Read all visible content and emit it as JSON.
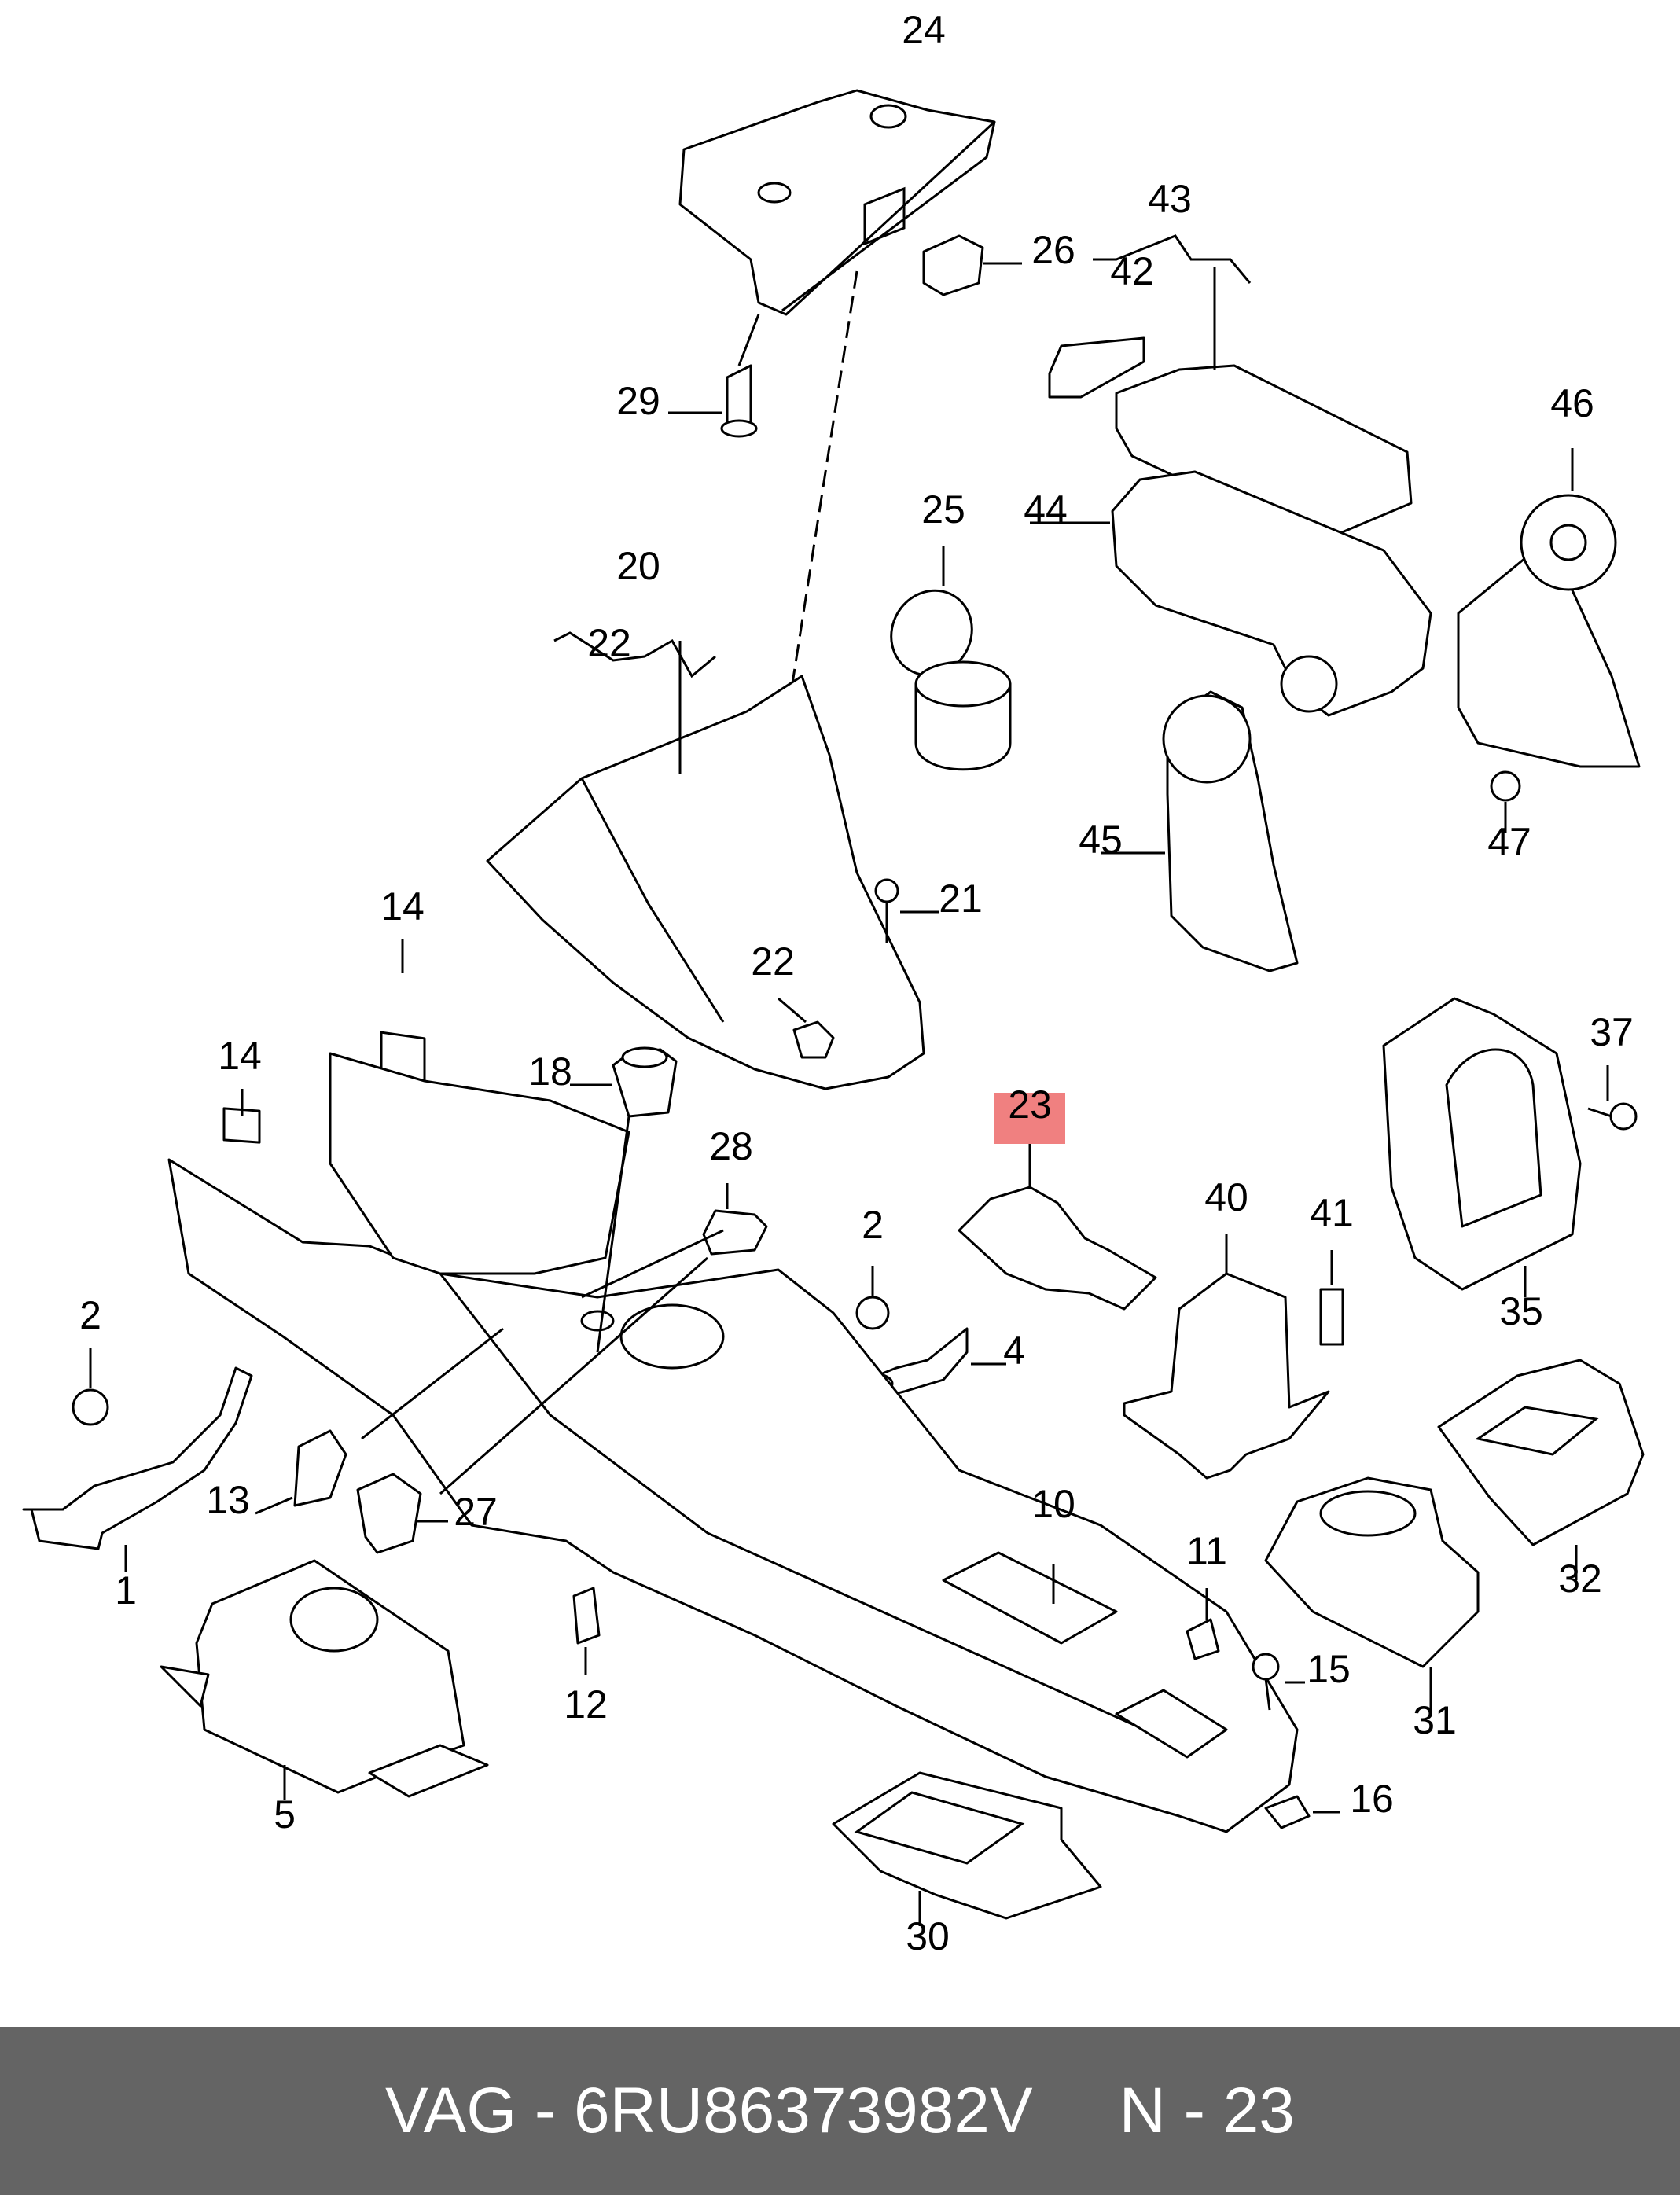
{
  "diagram": {
    "callouts": [
      "24",
      "26",
      "29",
      "43",
      "42",
      "46",
      "25",
      "44",
      "20",
      "22",
      "21",
      "45",
      "47",
      "14",
      "22",
      "14",
      "18",
      "28",
      "23",
      "37",
      "2",
      "40",
      "41",
      "35",
      "2",
      "4",
      "13",
      "27",
      "1",
      "10",
      "11",
      "15",
      "32",
      "31",
      "12",
      "5",
      "16",
      "30"
    ],
    "highlight_color": "#f08080",
    "highlighted_part": "23"
  },
  "footer": {
    "brand": "VAG",
    "separator": "-",
    "part_number": "6RU86373982V",
    "ref_prefix": "N",
    "ref_separator": "-",
    "ref_number": "23",
    "background": "#646464"
  }
}
